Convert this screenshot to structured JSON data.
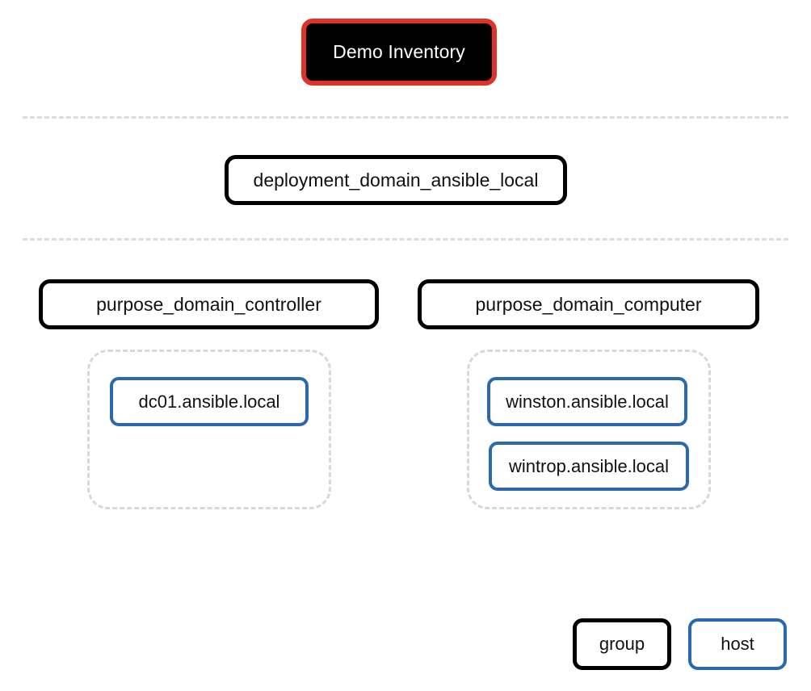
{
  "diagram": {
    "type": "inventory-tree",
    "background": "#ffffff",
    "root": {
      "label": "Demo Inventory",
      "kind": "inventory",
      "text_color": "#ffffff",
      "fill_color": "#000000",
      "border_color": "#e03228"
    },
    "separators": [
      {
        "name": "separator-level-1",
        "style": "dashed",
        "color": "#dcdcdc"
      },
      {
        "name": "separator-level-2",
        "style": "dashed",
        "color": "#dcdcdc"
      }
    ],
    "levels": [
      {
        "name": "deployment-level",
        "groups": [
          {
            "label": "deployment_domain_ansible_local",
            "kind": "group"
          }
        ]
      },
      {
        "name": "purpose-level",
        "groups": [
          {
            "label": "purpose_domain_controller",
            "kind": "group",
            "hosts": [
              {
                "label": "dc01.ansible.local",
                "kind": "host"
              }
            ]
          },
          {
            "label": "purpose_domain_computer",
            "kind": "group",
            "hosts": [
              {
                "label": "winston.ansible.local",
                "kind": "host"
              },
              {
                "label": "wintrop.ansible.local",
                "kind": "host"
              }
            ]
          }
        ]
      }
    ],
    "legend": {
      "items": [
        {
          "label": "group",
          "border_color": "#000000"
        },
        {
          "label": "host",
          "border_color": "#2a68b0"
        }
      ]
    },
    "colors": {
      "group_border": "#000000",
      "host_border": "#2a68b0",
      "root_border": "#e03228",
      "root_fill": "#000000",
      "cluster_border": "#d8d8d8",
      "separator": "#dcdcdc"
    }
  }
}
